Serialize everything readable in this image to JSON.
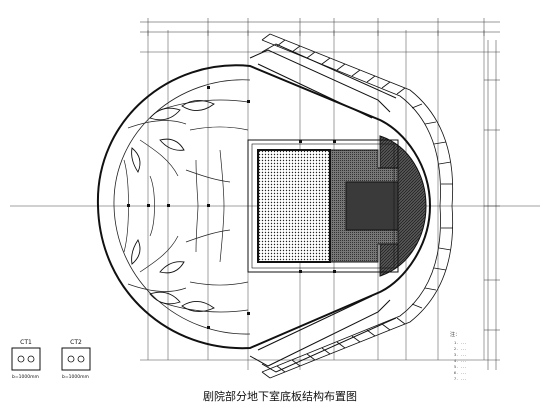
{
  "drawing": {
    "title": "剧院部分地下室底板结构布置图",
    "line_color": "#111111"
  },
  "sections": [
    {
      "tag": "CT1",
      "dim": "b=1000mm"
    },
    {
      "tag": "CT2",
      "dim": "b=1000mm"
    }
  ],
  "notes": {
    "heading": "注：",
    "lines": [
      "1. ...",
      "2. ...",
      "3. ...",
      "4. ...",
      "5. ...",
      "6. ...",
      "7. ..."
    ]
  }
}
